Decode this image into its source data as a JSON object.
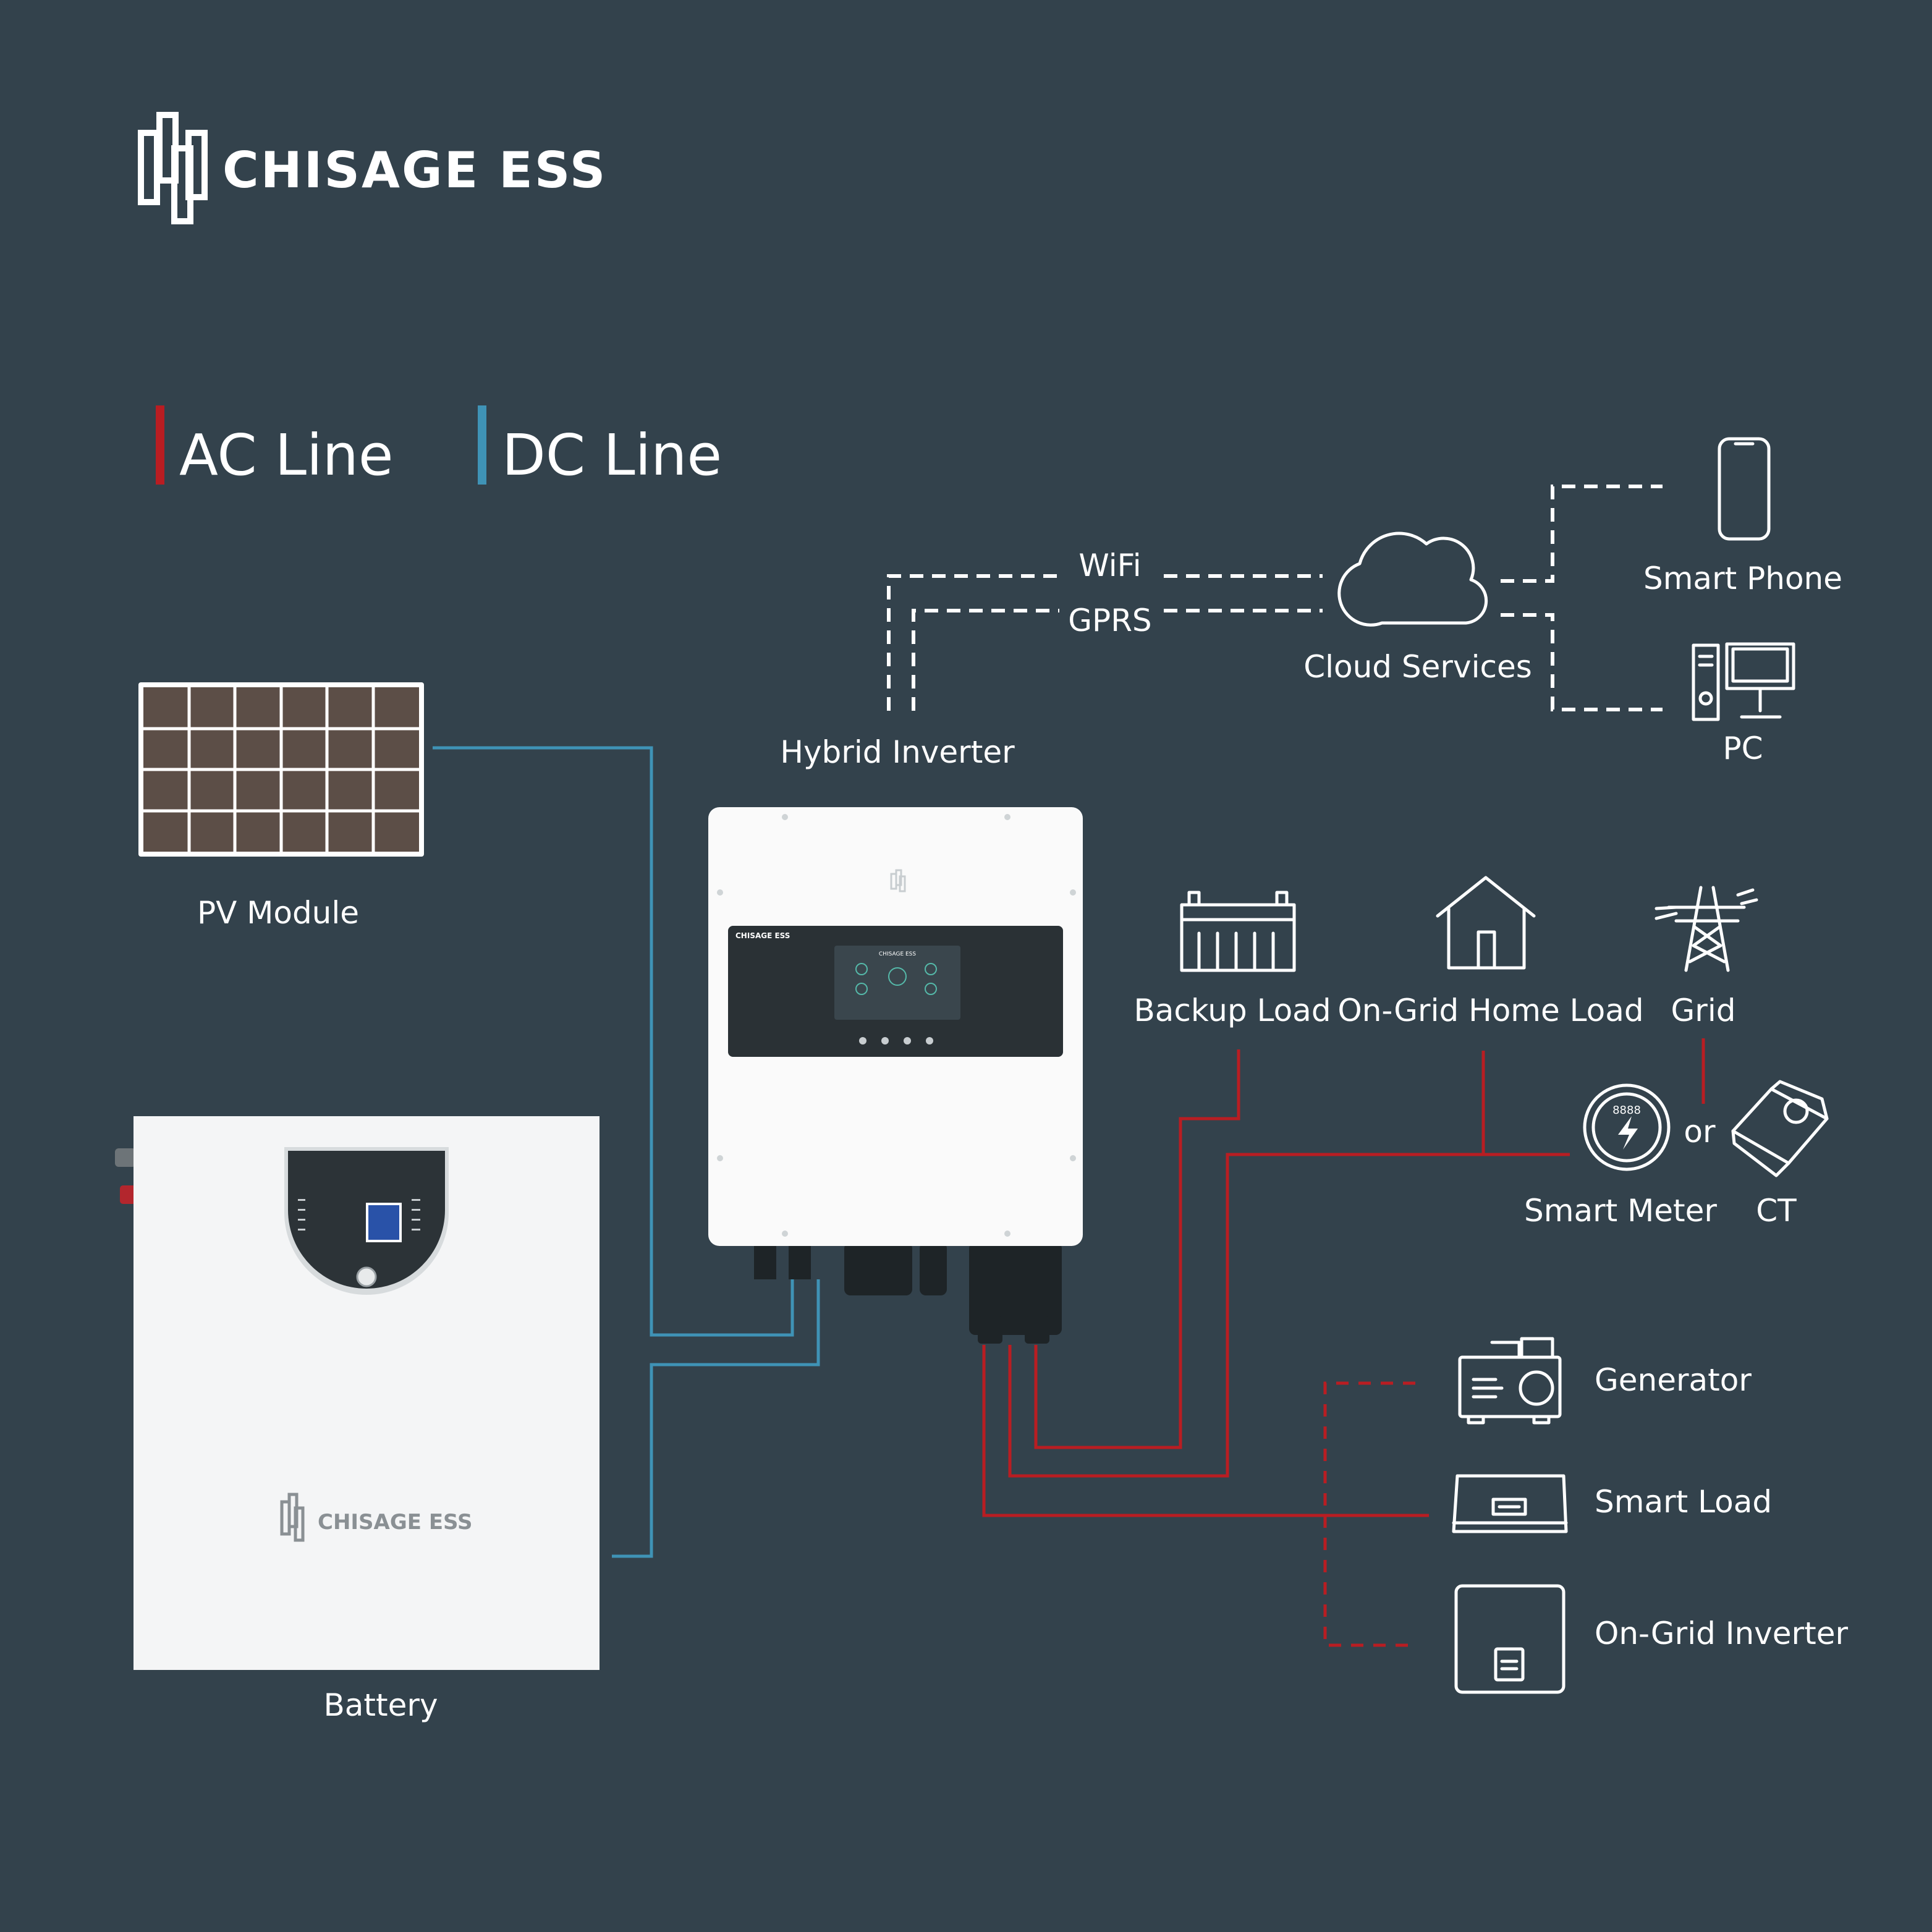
{
  "brand": {
    "name": "CHISAGE ESS"
  },
  "legend": {
    "ac": {
      "label": "AC Line",
      "color": "#b91d22"
    },
    "dc": {
      "label": "DC Line",
      "color": "#3f93b6"
    }
  },
  "links": {
    "wifi": "WiFi",
    "gprs": "GPRS"
  },
  "components": {
    "cloud": "Cloud Services",
    "phone": "Smart Phone",
    "pc": "PC",
    "inverter": "Hybrid Inverter",
    "pv": "PV Module",
    "battery": "Battery",
    "backup_load": "Backup Load",
    "home_load": "On-Grid Home Load",
    "grid": "Grid",
    "meter": "Smart Meter",
    "or": "or",
    "ct": "CT",
    "generator": "Generator",
    "smart_load": "Smart Load",
    "ongrid_inverter": "On-Grid Inverter"
  },
  "device_text": {
    "inverter_brand": "CHISAGE ESS",
    "inverter_screen_title": "CHISAGE ESS",
    "meter_display": "8888",
    "battery_brand": "CHISAGE ESS"
  },
  "colors": {
    "background": "#33424c",
    "ac_line": "#b91d22",
    "dc_line": "#3f93b6"
  }
}
